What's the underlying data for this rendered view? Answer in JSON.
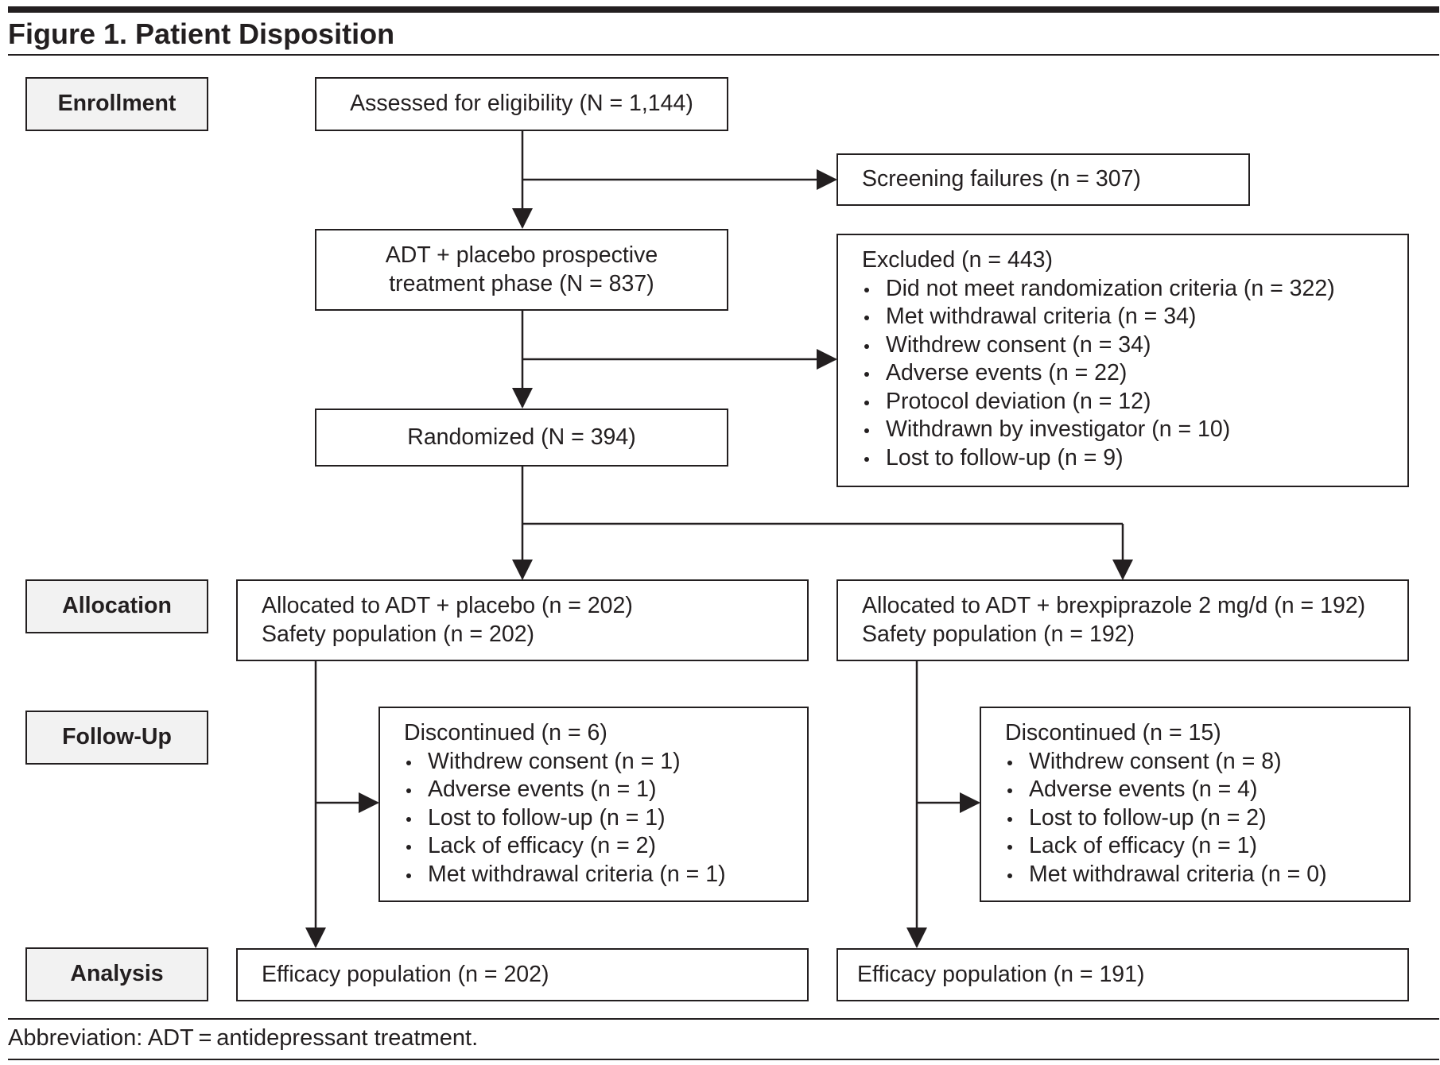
{
  "figure": {
    "title": "Figure 1. Patient Disposition",
    "footnote": "Abbreviation: ADT = antidepressant treatment."
  },
  "stages": {
    "enrollment": "Enrollment",
    "allocation": "Allocation",
    "follow_up": "Follow-Up",
    "analysis": "Analysis"
  },
  "nodes": {
    "assessed": "Assessed for eligibility (N = 1,144)",
    "screening_failures": "Screening failures (n = 307)",
    "prospective_line1": "ADT + placebo prospective",
    "prospective_line2": "treatment phase (N = 837)",
    "randomized": "Randomized (N = 394)",
    "excluded": {
      "heading": "Excluded (n = 443)",
      "items": [
        "Did not meet randomization criteria (n = 322)",
        "Met withdrawal criteria (n = 34)",
        "Withdrew consent (n = 34)",
        "Adverse events (n = 22)",
        "Protocol deviation (n = 12)",
        "Withdrawn by investigator (n = 10)",
        "Lost to follow-up (n = 9)"
      ]
    },
    "placebo_arm": {
      "line1": "Allocated to ADT + placebo (n = 202)",
      "line2": "Safety population (n = 202)"
    },
    "brex_arm": {
      "line1": "Allocated to ADT + brexpiprazole 2 mg/d (n = 192)",
      "line2": "Safety population (n = 192)"
    },
    "placebo_discontinued": {
      "heading": "Discontinued (n = 6)",
      "items": [
        "Withdrew consent (n = 1)",
        "Adverse events (n = 1)",
        "Lost to follow-up (n = 1)",
        "Lack of efficacy (n = 2)",
        "Met withdrawal criteria (n = 1)"
      ]
    },
    "brex_discontinued": {
      "heading": "Discontinued (n = 15)",
      "items": [
        "Withdrew consent (n = 8)",
        "Adverse events (n = 4)",
        "Lost to follow-up (n = 2)",
        "Lack of efficacy (n = 1)",
        "Met withdrawal criteria (n = 0)"
      ]
    },
    "placebo_efficacy": "Efficacy population (n = 202)",
    "brex_efficacy": "Efficacy population (n = 191)"
  }
}
